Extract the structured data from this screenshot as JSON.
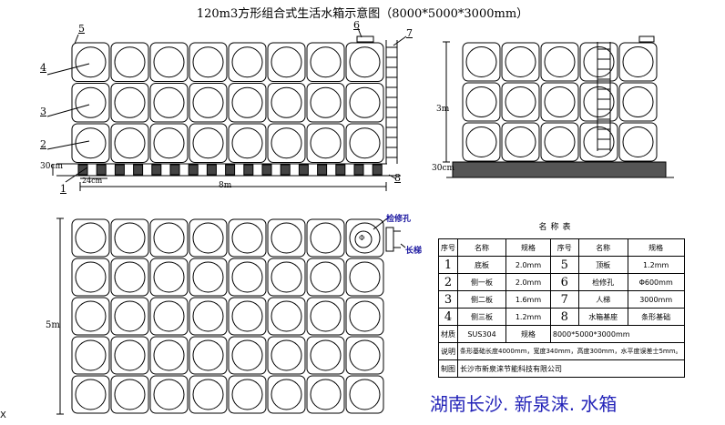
{
  "title": "120m3方形组合式生活水箱示意图（8000*5000*3000mm）",
  "callouts": {
    "n1": "1",
    "n2": "2",
    "n3": "3",
    "n4": "4",
    "n5": "5",
    "n6": "6",
    "n7": "7",
    "n8": "8"
  },
  "dims": {
    "height_30cm_front": "30cm",
    "spacing_24cm": "24cm",
    "length_8m": "8m",
    "height_3m": "3m",
    "height_30cm_side": "30cm",
    "width_5m": "5m"
  },
  "plan_labels": {
    "manhole": "检修孔",
    "ladder": "长梯",
    "manhole_symbol": "Φ"
  },
  "parts_table": {
    "caption": "名称表",
    "headers": [
      "序号",
      "名称",
      "规格",
      "序号",
      "名称",
      "规格"
    ],
    "rows": [
      [
        "1",
        "底板",
        "2.0mm",
        "5",
        "顶板",
        "1.2mm"
      ],
      [
        "2",
        "侧一板",
        "2.0mm",
        "6",
        "检修孔",
        "Φ600mm"
      ],
      [
        "3",
        "侧二板",
        "1.6mm",
        "7",
        "人梯",
        "3000mm"
      ],
      [
        "4",
        "侧三板",
        "1.2mm",
        "8",
        "水箱基座",
        "条形基础"
      ]
    ],
    "material_label": "材质",
    "material_value": "SUS304",
    "spec_label": "规格",
    "spec_value": "8000*5000*3000mm",
    "note_label": "说明",
    "note_value": "条形基础长度4000mm，宽度340mm，高度300mm，水平度误差士5mm。",
    "maker_label": "制图",
    "maker_value": "长沙市新泉涞节能科技有限公司"
  },
  "footer": "湖南长沙. 新泉涞. 水箱",
  "corner_mark": "X"
}
